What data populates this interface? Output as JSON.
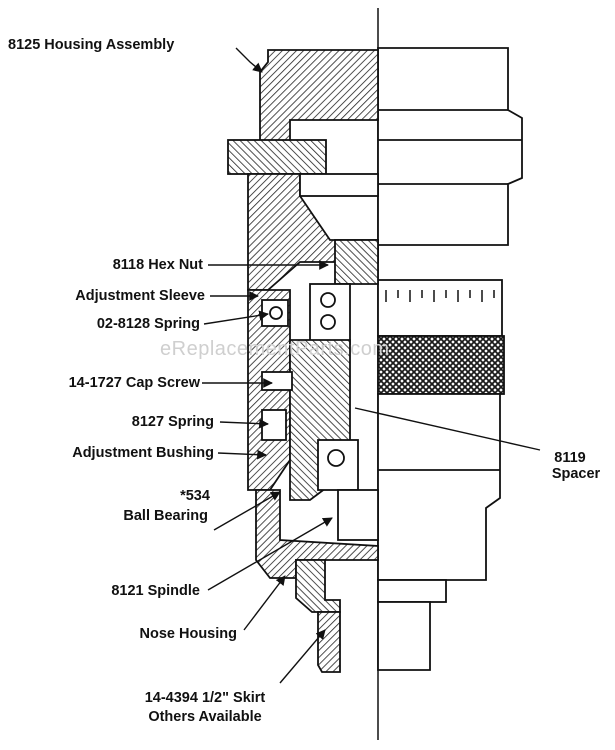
{
  "watermark": "eReplacementParts.com",
  "labels": {
    "housing_assembly": "8125 Housing Assembly",
    "hex_nut": "8118 Hex Nut",
    "adjustment_sleeve": "Adjustment Sleeve",
    "spring_02_8128": "02-8128 Spring",
    "cap_screw": "14-1727 Cap Screw",
    "spring_8127": "8127 Spring",
    "adjustment_bushing": "Adjustment Bushing",
    "ball_bearing_num": "*534",
    "ball_bearing_name": "Ball Bearing",
    "spindle": "8121 Spindle",
    "nose_housing": "Nose Housing",
    "spacer_num": "8119",
    "spacer_name": "Spacer",
    "skirt_line1": "14-4394  1/2\" Skirt",
    "skirt_line2": "Others Available"
  },
  "colors": {
    "ink": "#111111",
    "hatch": "#222222",
    "knurl": "#1a1a1a"
  }
}
